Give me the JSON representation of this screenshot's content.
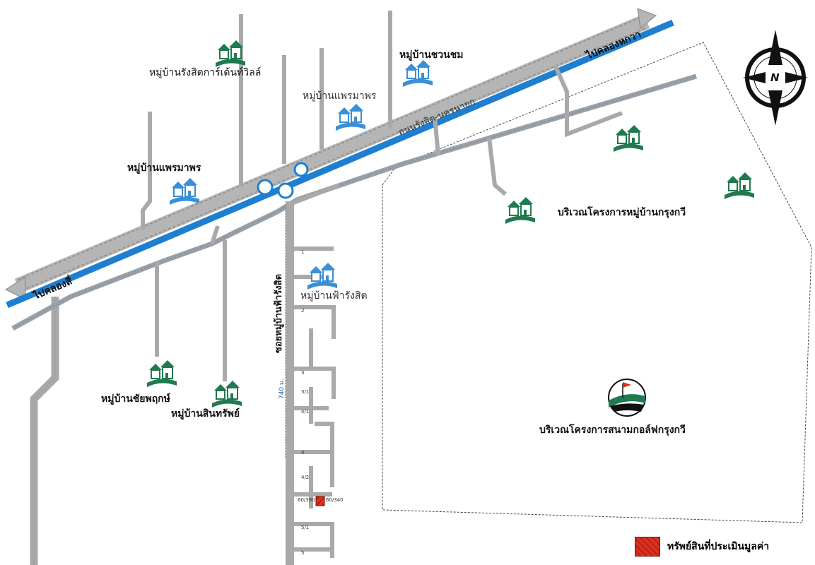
{
  "roads": {
    "main_road_label": "ถนนรังสิต-นครนายก",
    "dir_east": "ไปคลองหกวา",
    "dir_west": "ไปคลองสี่",
    "soi_label": "ซอยหมู่บ้านฟ้ารังสิต",
    "distance": "740 ม."
  },
  "villages": {
    "rangsit_garden": "หมู่บ้านรังสิตการ์เด้นท์วิลล์",
    "praemaporn_1": "หมู่บ้านแพรมาพร",
    "chuanchom": "หมู่บ้านชวนชม",
    "praemaporn_2": "หมู่บ้านแพรมาพร",
    "fah_rangsit": "หมู่บ้านฟ้ารังสิต",
    "chaiyaphruek": "หมู่บ้านชัยพฤกษ์",
    "sinsap": "หมู่บ้านสินทรัพย์",
    "krungkavee": "บริเวณโครงการหมู่บ้านกรุงกวี",
    "golf": "บริเวณโครงการสนามกอล์ฟกรุงกวี"
  },
  "soi_numbers": [
    "1",
    "2",
    "3",
    "3/1",
    "4/1",
    "4",
    "4/2",
    "5/1",
    "5"
  ],
  "plot_labels": {
    "left": "60/380",
    "right": "60/340"
  },
  "compass": {
    "letter": "N"
  },
  "legend": {
    "label": "ทรัพย์สินที่ประเมินมูลค่า",
    "color": "#d9311f"
  },
  "colors": {
    "canal": "#1e7fd0",
    "road": "#a9a9a9",
    "house_green": "#1f7a4f",
    "house_blue": "#3a8fd6"
  }
}
